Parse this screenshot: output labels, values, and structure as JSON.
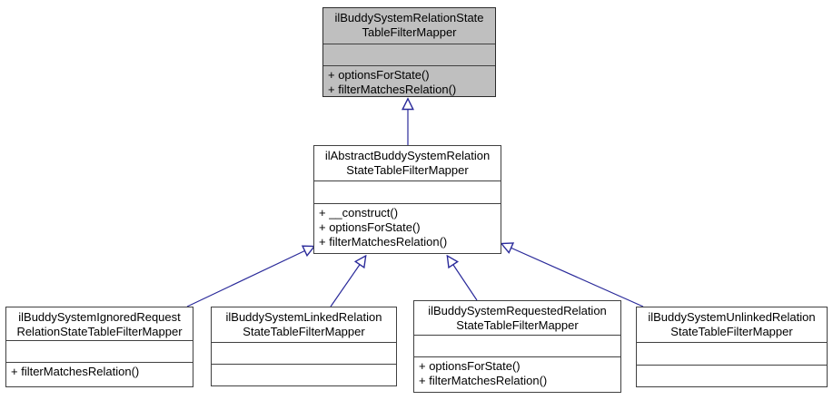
{
  "diagram": {
    "type": "uml-class-inheritance",
    "arrow_color": "#2a2a9a",
    "node_border_color": "#404040",
    "highlight_fill": "#bfbfbf",
    "node_fill": "#ffffff",
    "nodes": {
      "top": {
        "name": "ilBuddySystemRelationStateTableFilterMapper",
        "name_lines": [
          "ilBuddySystemRelationState",
          "TableFilterMapper"
        ],
        "methods": [
          "+ optionsForState()",
          "+ filterMatchesRelation()"
        ]
      },
      "middle": {
        "name": "ilAbstractBuddySystemRelationStateTableFilterMapper",
        "name_lines": [
          "ilAbstractBuddySystemRelation",
          "StateTableFilterMapper"
        ],
        "methods": [
          "+ __construct()",
          "+ optionsForState()",
          "+ filterMatchesRelation()"
        ]
      },
      "ignored": {
        "name": "ilBuddySystemIgnoredRequestRelationStateTableFilterMapper",
        "name_lines": [
          "ilBuddySystemIgnoredRequest",
          "RelationStateTableFilterMapper"
        ],
        "methods": [
          "+ filterMatchesRelation()"
        ]
      },
      "linked": {
        "name": "ilBuddySystemLinkedRelationStateTableFilterMapper",
        "name_lines": [
          "ilBuddySystemLinkedRelation",
          "StateTableFilterMapper"
        ],
        "methods": []
      },
      "requested": {
        "name": "ilBuddySystemRequestedRelationStateTableFilterMapper",
        "name_lines": [
          "ilBuddySystemRequestedRelation",
          "StateTableFilterMapper"
        ],
        "methods": [
          "+ optionsForState()",
          "+ filterMatchesRelation()"
        ]
      },
      "unlinked": {
        "name": "ilBuddySystemUnlinkedRelation StateTableFilterMapper",
        "name_lines": [
          "ilBuddySystemUnlinkedRelation",
          "StateTableFilterMapper"
        ],
        "methods": []
      }
    },
    "edges": [
      {
        "type": "inheritance",
        "from": "ilAbstractBuddySystemRelationStateTableFilterMapper",
        "to": "ilBuddySystemRelationStateTableFilterMapper"
      },
      {
        "type": "inheritance",
        "from": "ilBuddySystemIgnoredRequestRelationStateTableFilterMapper",
        "to": "ilAbstractBuddySystemRelationStateTableFilterMapper"
      },
      {
        "type": "inheritance",
        "from": "ilBuddySystemLinkedRelationStateTableFilterMapper",
        "to": "ilAbstractBuddySystemRelationStateTableFilterMapper"
      },
      {
        "type": "inheritance",
        "from": "ilBuddySystemRequestedRelationStateTableFilterMapper",
        "to": "ilAbstractBuddySystemRelationStateTableFilterMapper"
      },
      {
        "type": "inheritance",
        "from": "ilBuddySystemUnlinkedRelationStateTableFilterMapper",
        "to": "ilAbstractBuddySystemRelationStateTableFilterMapper"
      }
    ]
  }
}
